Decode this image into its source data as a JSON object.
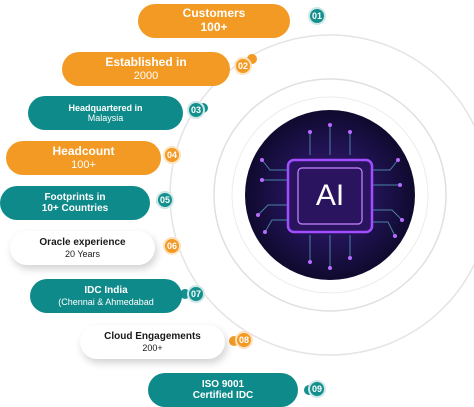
{
  "items": [
    {
      "n": "01",
      "line1": "Customers",
      "line2": "100+"
    },
    {
      "n": "02",
      "line1": "Established in",
      "line2": "2000"
    },
    {
      "n": "03",
      "line1": "Headquartered in",
      "line2": "Malaysia"
    },
    {
      "n": "04",
      "line1": "Headcount",
      "line2": "100+"
    },
    {
      "n": "05",
      "line1": "Footprints in",
      "line2": "10+ Countries"
    },
    {
      "n": "06",
      "line1": "Oracle experience",
      "line2": "20 Years"
    },
    {
      "n": "07",
      "line1": "IDC India",
      "line2": "(Chennai & Ahmedabad"
    },
    {
      "n": "08",
      "line1": "Cloud Engagements",
      "line2": "200+"
    },
    {
      "n": "09",
      "line1": "ISO 9001",
      "line2": "Certified IDC"
    }
  ],
  "center": {
    "label": "AI"
  },
  "colors": {
    "orange": "#f39a24",
    "teal": "#0f8a8a",
    "chip": "#6b2fbf",
    "bg_dark": "#1d1240"
  }
}
